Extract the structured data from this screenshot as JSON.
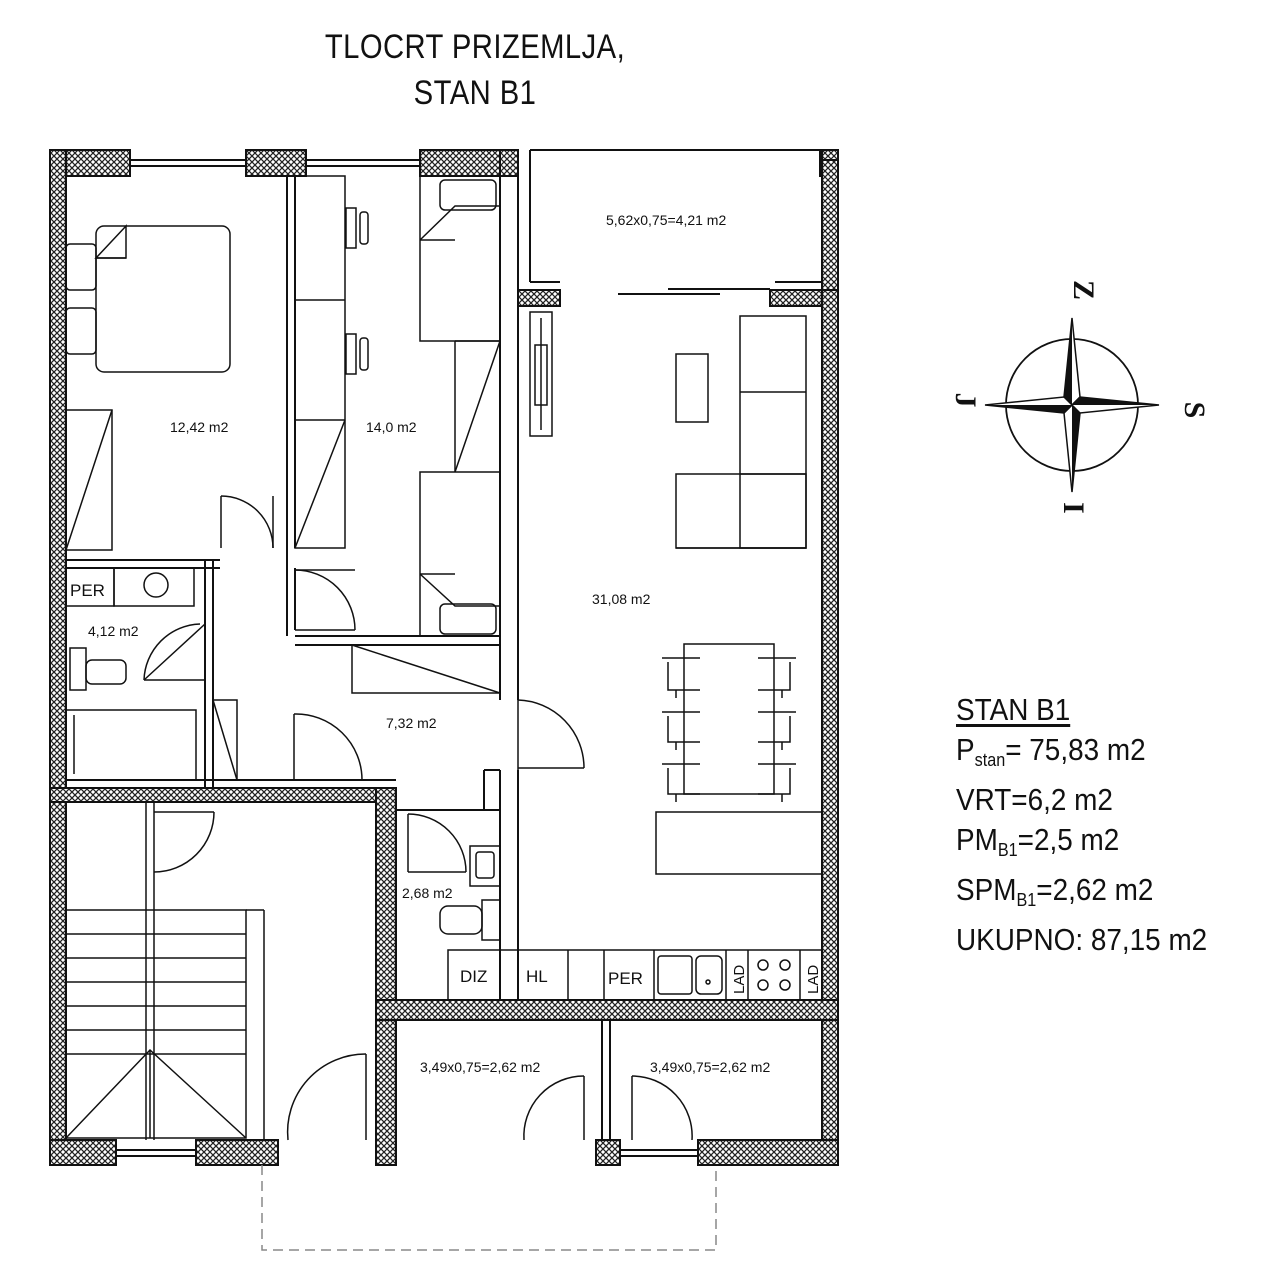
{
  "title_line1": "TLOCRT PRIZEMLJA,",
  "title_line2": "STAN B1",
  "rooms": {
    "balcony": "5,62x0,75=4,21 m2",
    "bedroom1": "12,42 m2",
    "bedroom2": "14,0 m2",
    "living": "31,08 m2",
    "bathroom": "4,12 m2",
    "hall": "7,32 m2",
    "wc": "2,68 m2",
    "terrace_left": "3,49x0,75=2,62 m2",
    "terrace_right": "3,49x0,75=2,62 m2"
  },
  "fixtures": {
    "per1": "PER",
    "diz": "DIZ",
    "hl": "HL",
    "per2": "PER",
    "lad1": "LAD",
    "lad2": "LAD"
  },
  "compass": {
    "north": "Z",
    "south": "I",
    "east": "S",
    "west": "J"
  },
  "legend": {
    "title": "STAN B1",
    "p_main": "P",
    "p_sub": "stan",
    "p_value": "= 75,83 m2",
    "vrt": "VRT=6,2 m2",
    "pm_main": "PM",
    "pm_sub": "B1",
    "pm_value": "=2,5 m2",
    "spm_main": "SPM",
    "spm_sub": "B1",
    "spm_value": "=2,62 m2",
    "total": "UKUPNO: 87,15 m2"
  }
}
